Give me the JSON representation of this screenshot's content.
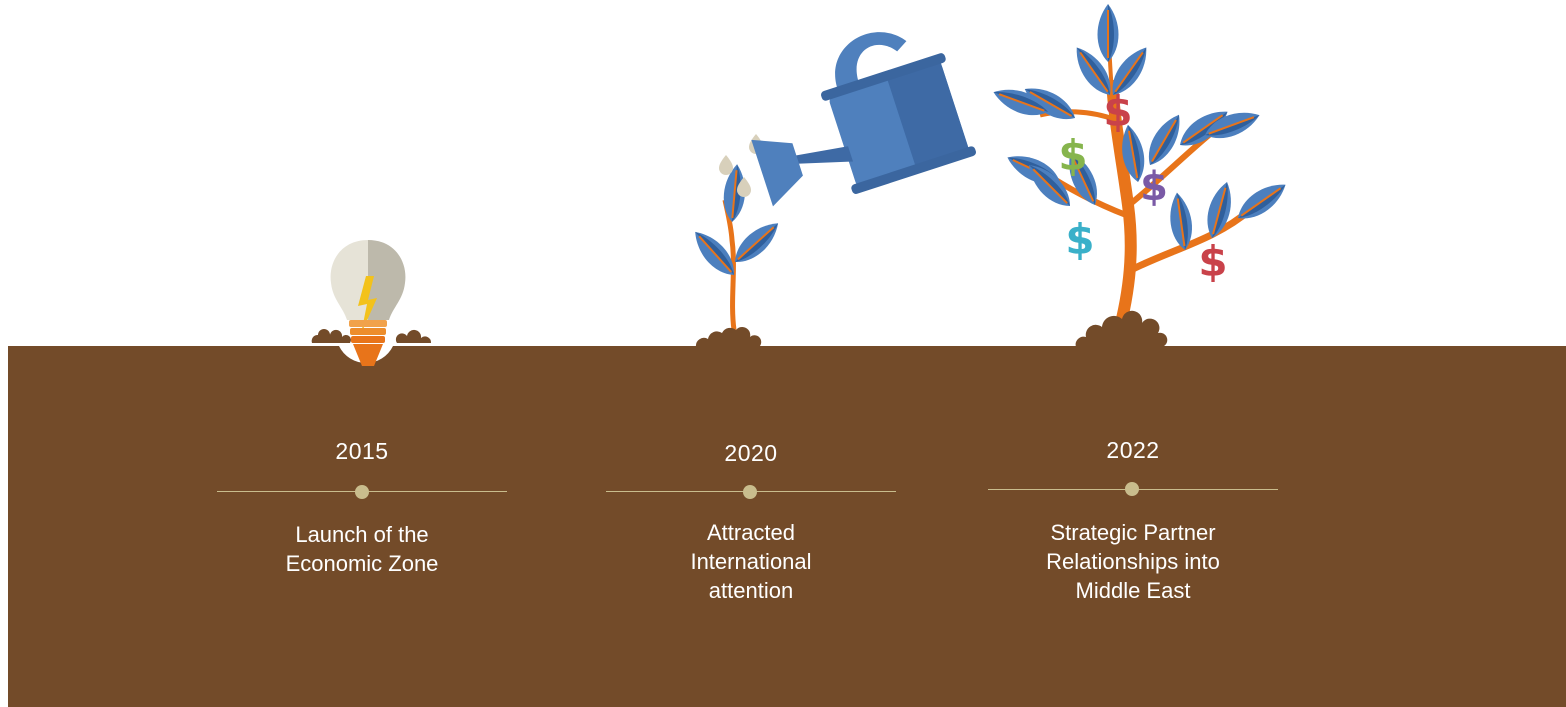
{
  "timeline": {
    "milestones": [
      {
        "year": "2015",
        "label": "Launch of the Economic Zone"
      },
      {
        "year": "2020",
        "label": "Attracted International attention"
      },
      {
        "year": "2022",
        "label": "Strategic Partner Relationships into Middle East"
      }
    ]
  },
  "colors": {
    "soil": "#734b29",
    "line": "#c9bd8d",
    "leaf_blue": "#4c7fbe",
    "stem_orange": "#e8741a",
    "can_blue": "#4f80bd",
    "dollar_red": "#c9424a",
    "dollar_green": "#86b54d",
    "dollar_purple": "#7a5aa6",
    "dollar_cyan": "#3ab0c9"
  },
  "icons": {
    "bulb": "light-bulb-icon",
    "sprout": "sprout-icon",
    "watering_can": "watering-can-icon",
    "money_tree": "money-tree-icon",
    "dollar_glyph": "$"
  }
}
